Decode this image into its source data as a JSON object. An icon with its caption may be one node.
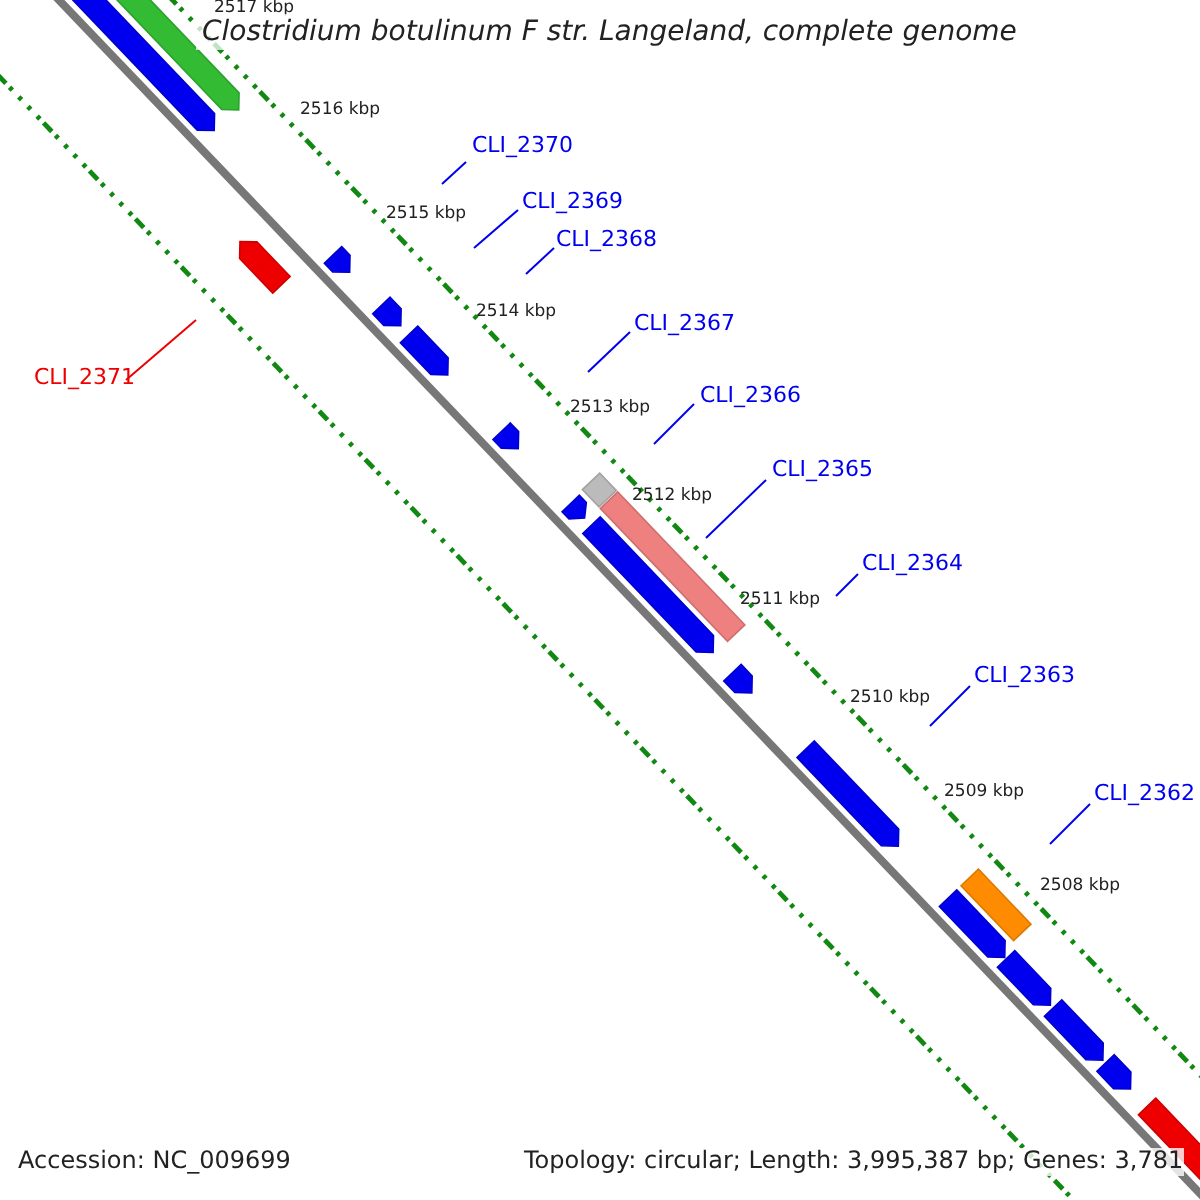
{
  "diagram": {
    "title": "Clostridium botulinum F str. Langeland, complete genome",
    "nodes": [
      {
        "text": [
          "CLI_2370"
        ]
      },
      {
        "text": [
          "CLI_2369"
        ]
      },
      {
        "text": [
          "CLI_2368"
        ]
      },
      {
        "text": [
          "CLI_2367"
        ]
      },
      {
        "text": [
          "CLI_2371"
        ]
      },
      {
        "text": [
          "CLI_2366"
        ]
      },
      {
        "text": [
          "CLI_2365"
        ]
      },
      {
        "text": [
          "CLI_2364"
        ]
      },
      {
        "text": [
          "CLI_2363"
        ]
      },
      {
        "text": [
          "CLI_2362"
        ]
      }
    ],
    "edges": [
      {
        "from": 0,
        "to": null,
        "arrow": "none"
      },
      {
        "from": 1,
        "to": null,
        "arrow": "none"
      },
      {
        "from": 2,
        "to": null,
        "arrow": "none"
      },
      {
        "from": 3,
        "to": null,
        "arrow": "none"
      },
      {
        "from": 4,
        "to": null,
        "arrow": "none",
        "color": "#ee0000"
      },
      {
        "from": 5,
        "to": null,
        "arrow": "none"
      },
      {
        "from": 6,
        "to": null,
        "arrow": "none"
      },
      {
        "from": 7,
        "to": null,
        "arrow": "none"
      },
      {
        "from": 8,
        "to": null,
        "arrow": "none"
      },
      {
        "from": 9,
        "to": null,
        "arrow": "none"
      }
    ],
    "labels": [
      "2517 kbp",
      "2516 kbp",
      "2515 kbp",
      "2514 kbp",
      "2513 kbp",
      "2512 kbp",
      "2511 kbp",
      "2510 kbp",
      "2509 kbp",
      "2508 kbp",
      "Accession: NC_009699",
      "Topology: circular; Length: 3,995,387 bp; Genes: 3,781"
    ]
  }
}
